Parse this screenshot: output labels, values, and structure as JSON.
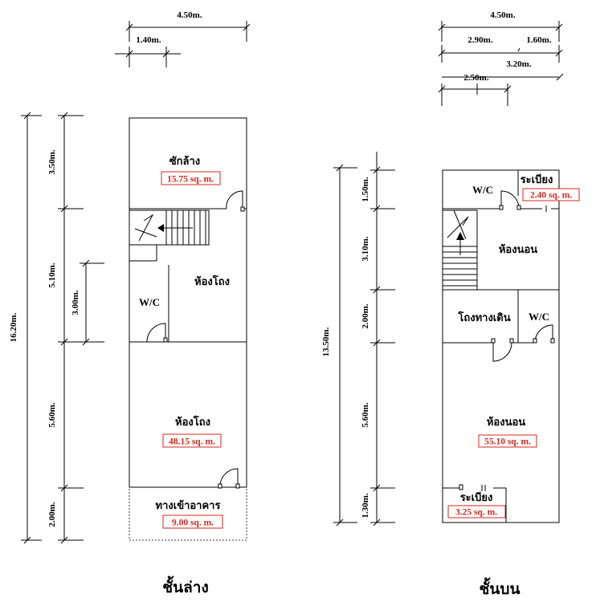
{
  "ground": {
    "caption": "ชั้นล่าง",
    "top_dims": {
      "total": "4.50m.",
      "sub": "1.40m."
    },
    "left_dims": {
      "total": "16.20m.",
      "d1": "3.50m.",
      "d2": "5.10m.",
      "d3": "5.60m.",
      "d4": "2.00m.",
      "inner": "3.00m."
    },
    "rooms": {
      "laundry": {
        "name": "ซักล้าง",
        "area": "15.75 sq. m."
      },
      "hall_upper": {
        "name": "ห้องโถง"
      },
      "wc": {
        "name": "W/C"
      },
      "hall_lower": {
        "name": "ห้องโถง",
        "area": "48.15 sq. m."
      },
      "entrance": {
        "name": "ทางเข้าอาคาร",
        "area": "9.00 sq. m."
      }
    }
  },
  "upper": {
    "caption": "ชั้นบน",
    "top_dims": {
      "total": "4.50m.",
      "a": "2.90m.",
      "b": "1.60m.",
      "c": "3.20m.",
      "d": "2.50m."
    },
    "left_dims": {
      "total": "13.50m.",
      "d1": "1.50m.",
      "d2": "3.10m.",
      "d3": "2.00m.",
      "d4": "5.60m.",
      "d5": "1.30m."
    },
    "rooms": {
      "wc_top": {
        "name": "W/C"
      },
      "balcony_top": {
        "name": "ระเบียง",
        "area": "2.40 sq. m."
      },
      "bedroom_top": {
        "name": "ห้องนอน"
      },
      "corridor": {
        "name": "โถงทางเดิน"
      },
      "wc_mid": {
        "name": "W/C"
      },
      "bedroom_main": {
        "name": "ห้องนอน",
        "area": "55.10 sq. m."
      },
      "balcony_bottom": {
        "name": "ระเบียง",
        "area": "3.25 sq. m."
      }
    }
  }
}
